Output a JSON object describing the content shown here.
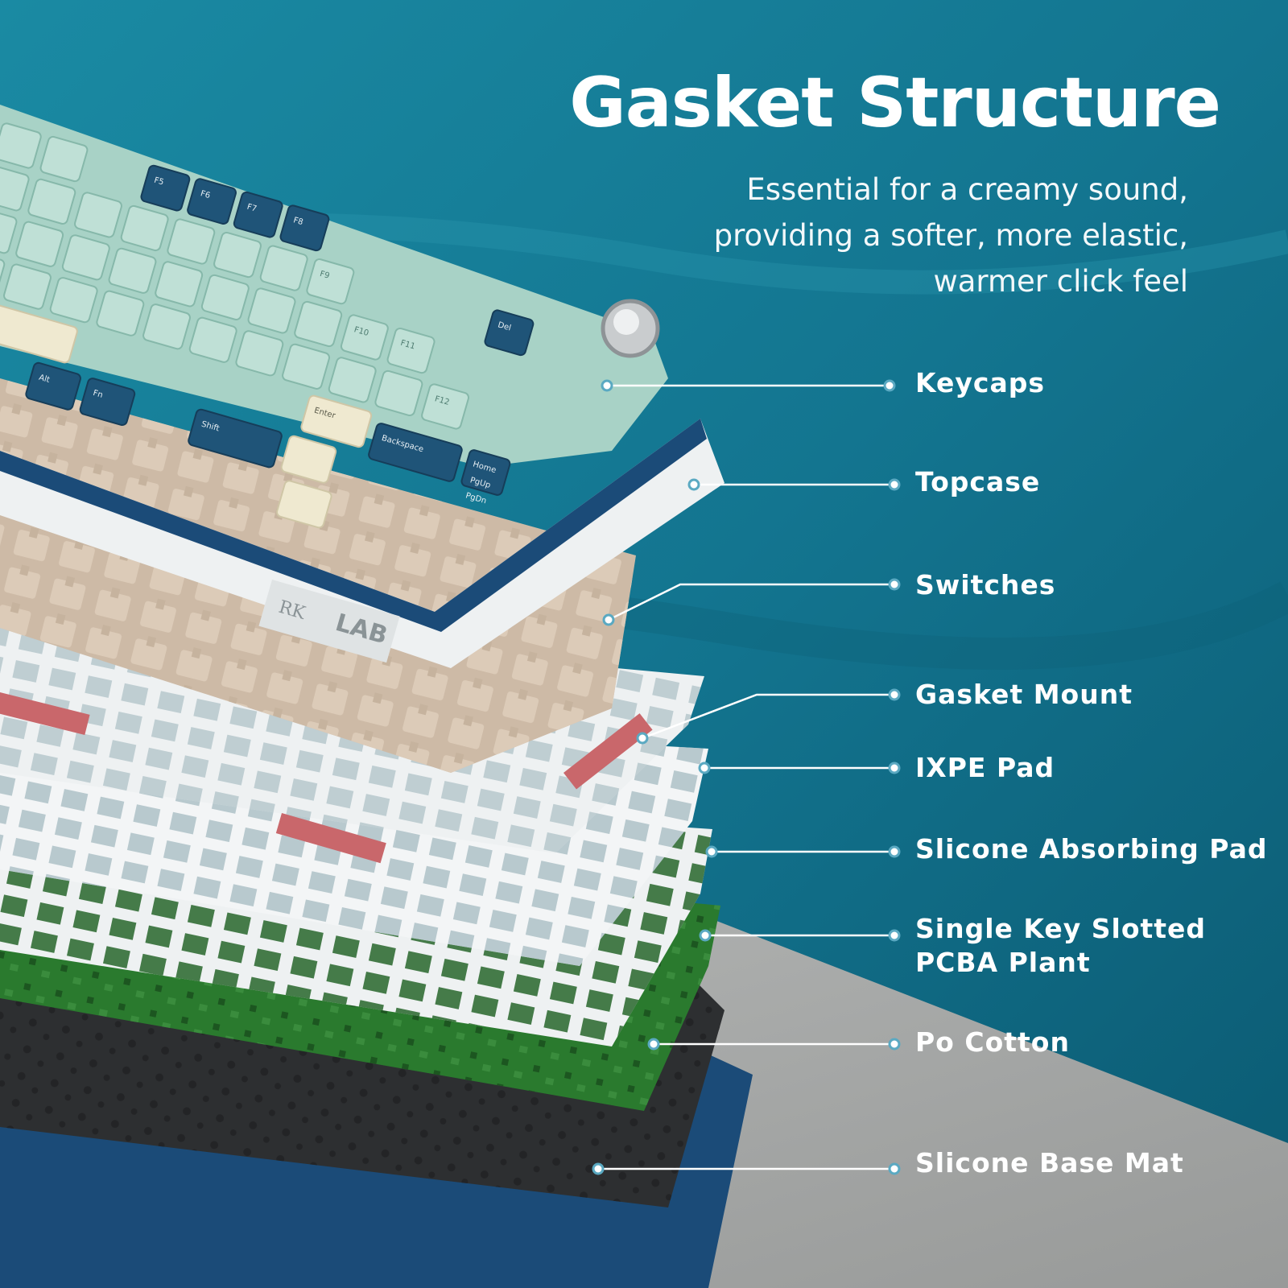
{
  "header": {
    "title": "Gasket Structure",
    "subtitle_lines": [
      "Essential for a creamy sound,",
      "providing a softer, more elastic,",
      "warmer click feel"
    ]
  },
  "layers": [
    {
      "id": "keycaps",
      "label": "Keycaps"
    },
    {
      "id": "topcase",
      "label": "Topcase"
    },
    {
      "id": "switches",
      "label": "Switches"
    },
    {
      "id": "gasket-mount",
      "label": "Gasket Mount"
    },
    {
      "id": "ixpe-pad",
      "label": "IXPE Pad"
    },
    {
      "id": "slicone-absorbing-pad",
      "label": "Slicone Absorbing Pad"
    },
    {
      "id": "pcba-plant",
      "label_lines": [
        "Single Key Slotted",
        "PCBA Plant"
      ]
    },
    {
      "id": "po-cotton",
      "label": "Po Cotton"
    },
    {
      "id": "slicone-base-mat",
      "label": "Slicone Base Mat"
    }
  ],
  "keyboard": {
    "brand_mark": "RK",
    "case_text": "LAB",
    "legends": [
      "F5",
      "F6",
      "F7",
      "F8",
      "F9",
      "F10",
      "F11",
      "F12",
      "Del",
      "Backspace",
      "Home",
      "Enter",
      "PgUp",
      "PgDn",
      "Shift",
      "Alt",
      "Fn"
    ]
  },
  "colors": {
    "water": "#137590",
    "water_dark": "#0b5a72",
    "desk": "#a7a9a8",
    "key_mint": "#a8d2c6",
    "key_blue": "#1f5478",
    "key_cream": "#efe9d0",
    "switch_beige": "#d9c8b6",
    "plate_white": "#eef1f2",
    "gasket_red": "#c9676b",
    "pcb_green": "#2a7a2e",
    "cotton_black": "#2d2f31",
    "case_blue": "#1b4b78",
    "callout": "#ffffff"
  }
}
